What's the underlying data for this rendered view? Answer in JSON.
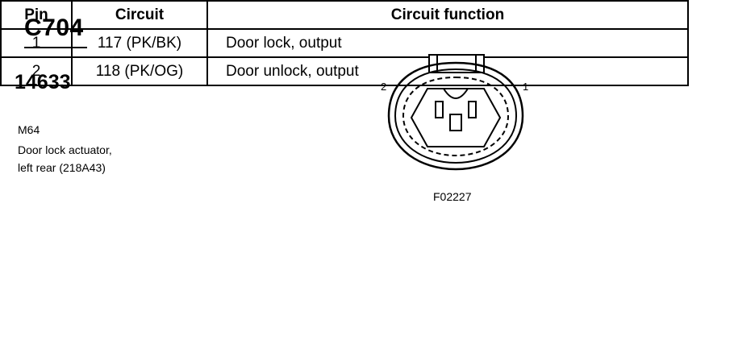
{
  "header": {
    "connector_id": "C704",
    "part_number": "14633",
    "component_code": "M64",
    "description_line1": "Door lock actuator,",
    "description_line2": "left rear (218A43)"
  },
  "diagram": {
    "pin_label_left": "2",
    "pin_label_right": "1",
    "figure_code": "F02227"
  },
  "table": {
    "headers": [
      "Pin",
      "Circuit",
      "Circuit function"
    ],
    "rows": [
      {
        "pin": "1",
        "circuit": "117 (PK/BK)",
        "function": "Door lock, output"
      },
      {
        "pin": "2",
        "circuit": "118 (PK/OG)",
        "function": "Door unlock, output"
      }
    ]
  }
}
